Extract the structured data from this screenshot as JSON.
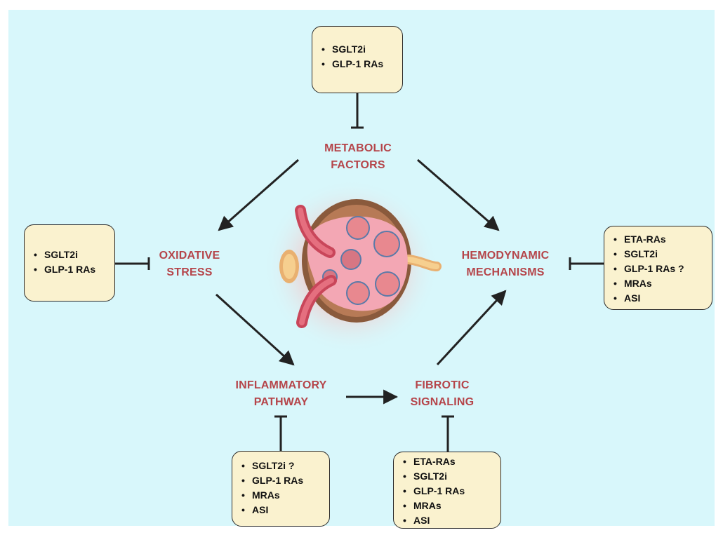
{
  "nodes": {
    "metabolic": "METABOLIC\nFACTORS",
    "oxidative": "OXIDATIVE\nSTRESS",
    "hemodynamic": "HEMODYNAMIC\nMECHANISMS",
    "inflammatory": "INFLAMMATORY\nPATHWAY",
    "fibrotic": "FIBROTIC\nSIGNALING"
  },
  "boxes": {
    "metabolic": [
      "SGLT2i",
      "GLP-1 RAs"
    ],
    "oxidative": [
      "SGLT2i",
      "GLP-1 RAs"
    ],
    "hemodynamic": [
      "ETA-RAs",
      "SGLT2i",
      "GLP-1 RAs ?",
      "MRAs",
      "ASI"
    ],
    "inflammatory": [
      "SGLT2i ?",
      "GLP-1 RAs",
      "MRAs",
      "ASI"
    ],
    "fibrotic": [
      "ETA-RAs",
      "SGLT2i",
      "GLP-1 RAs",
      "MRAs",
      "ASI"
    ]
  },
  "colors": {
    "background": "#d8f7fb",
    "label": "#b5454a",
    "box_fill": "#faf2cf",
    "arrow": "#222222"
  },
  "icons": {
    "center": "kidney-illustration-icon"
  }
}
